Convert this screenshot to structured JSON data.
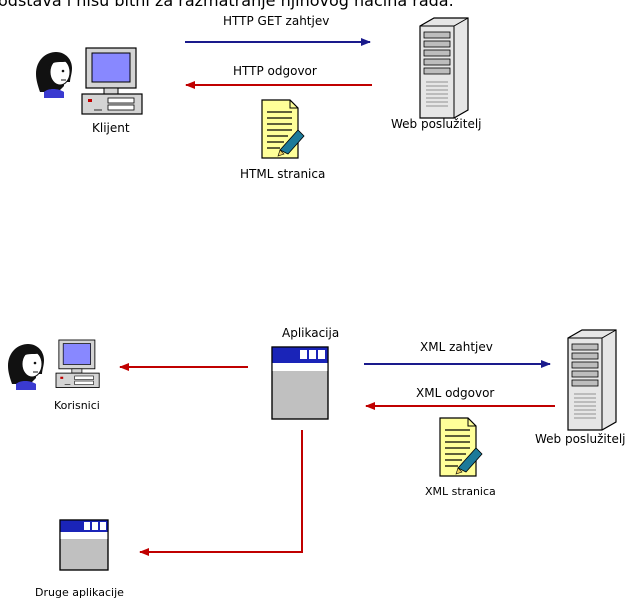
{
  "header": {
    "cut_text": "odstava i nisu bitni za razmatranje njihovog načina rada."
  },
  "diagram1": {
    "request_label": "HTTP GET zahtjev",
    "response_label": "HTTP odgovor",
    "client_label": "Klijent",
    "server_label": "Web poslužitelj",
    "document_label": "HTML stranica"
  },
  "diagram2": {
    "app_label": "Aplikacija",
    "request_label": "XML zahtjev",
    "response_label": "XML odgovor",
    "users_label": "Korisnici",
    "server_label": "Web poslužitelj",
    "document_label": "XML stranica",
    "other_apps_label": "Druge aplikacije"
  },
  "colors": {
    "request_arrow": "#1a1a8c",
    "response_arrow": "#c00000",
    "window_titlebar": "#1a24b8",
    "window_body": "#c0c0c0",
    "server_body": "#d4d4d4",
    "document_fill": "#ffff99",
    "monitor_screen": "#8888ff"
  },
  "icons": [
    "person-head-icon",
    "desktop-computer-icon",
    "tower-server-icon",
    "document-icon",
    "application-window-icon"
  ]
}
